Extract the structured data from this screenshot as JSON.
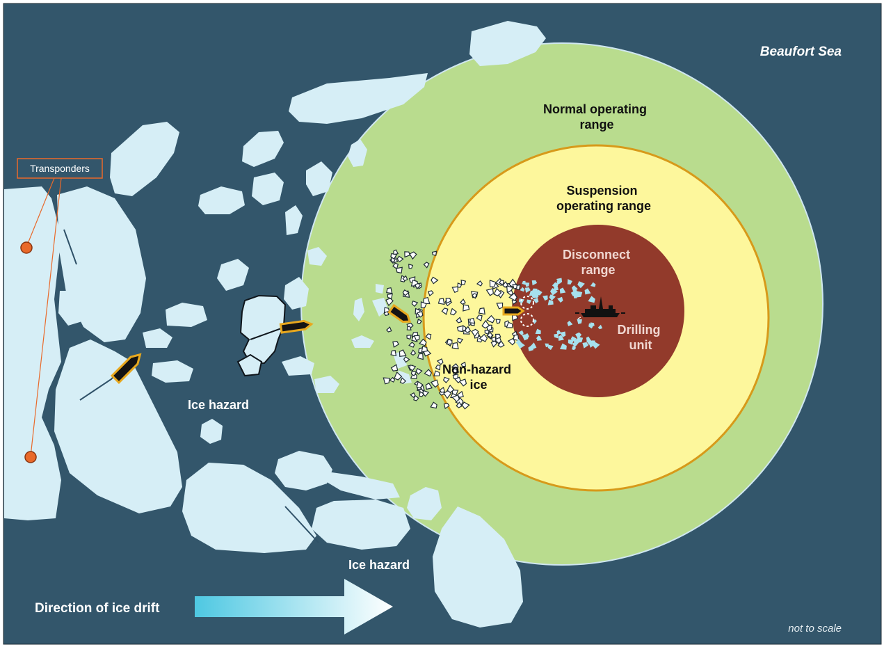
{
  "labels": {
    "region": "Beaufort Sea",
    "normal_range": [
      "Normal operating",
      "range"
    ],
    "suspension_range": [
      "Suspension",
      "operating range"
    ],
    "disconnect_range": [
      "Disconnect",
      "range"
    ],
    "drilling_unit": [
      "Drilling",
      "unit"
    ],
    "non_hazard_ice": [
      "Non-hazard",
      "ice"
    ],
    "ice_hazard_1": "Ice hazard",
    "ice_hazard_2": "Ice hazard",
    "transponders": "Transponders",
    "drift": "Direction of ice drift",
    "scale_note": "not to scale"
  },
  "colors": {
    "sea": "#33566b",
    "ice": "#d6eef6",
    "normal_range": "#b9dc8e",
    "suspension_range": "#fdf79c",
    "disconnect_range": "#923a2b",
    "ring_outline": "#d79a1a",
    "transponder": "#e9692a",
    "vessel": "#141414",
    "vessel_outline": "#e8a81e",
    "drift_arrow_start": "#4ec8e2"
  },
  "icons": {
    "vessel": "icebreaker-vessel-icon",
    "rig": "drilling-rig-icon",
    "transponder": "transponder-marker-icon",
    "drift": "drift-arrow-icon"
  }
}
